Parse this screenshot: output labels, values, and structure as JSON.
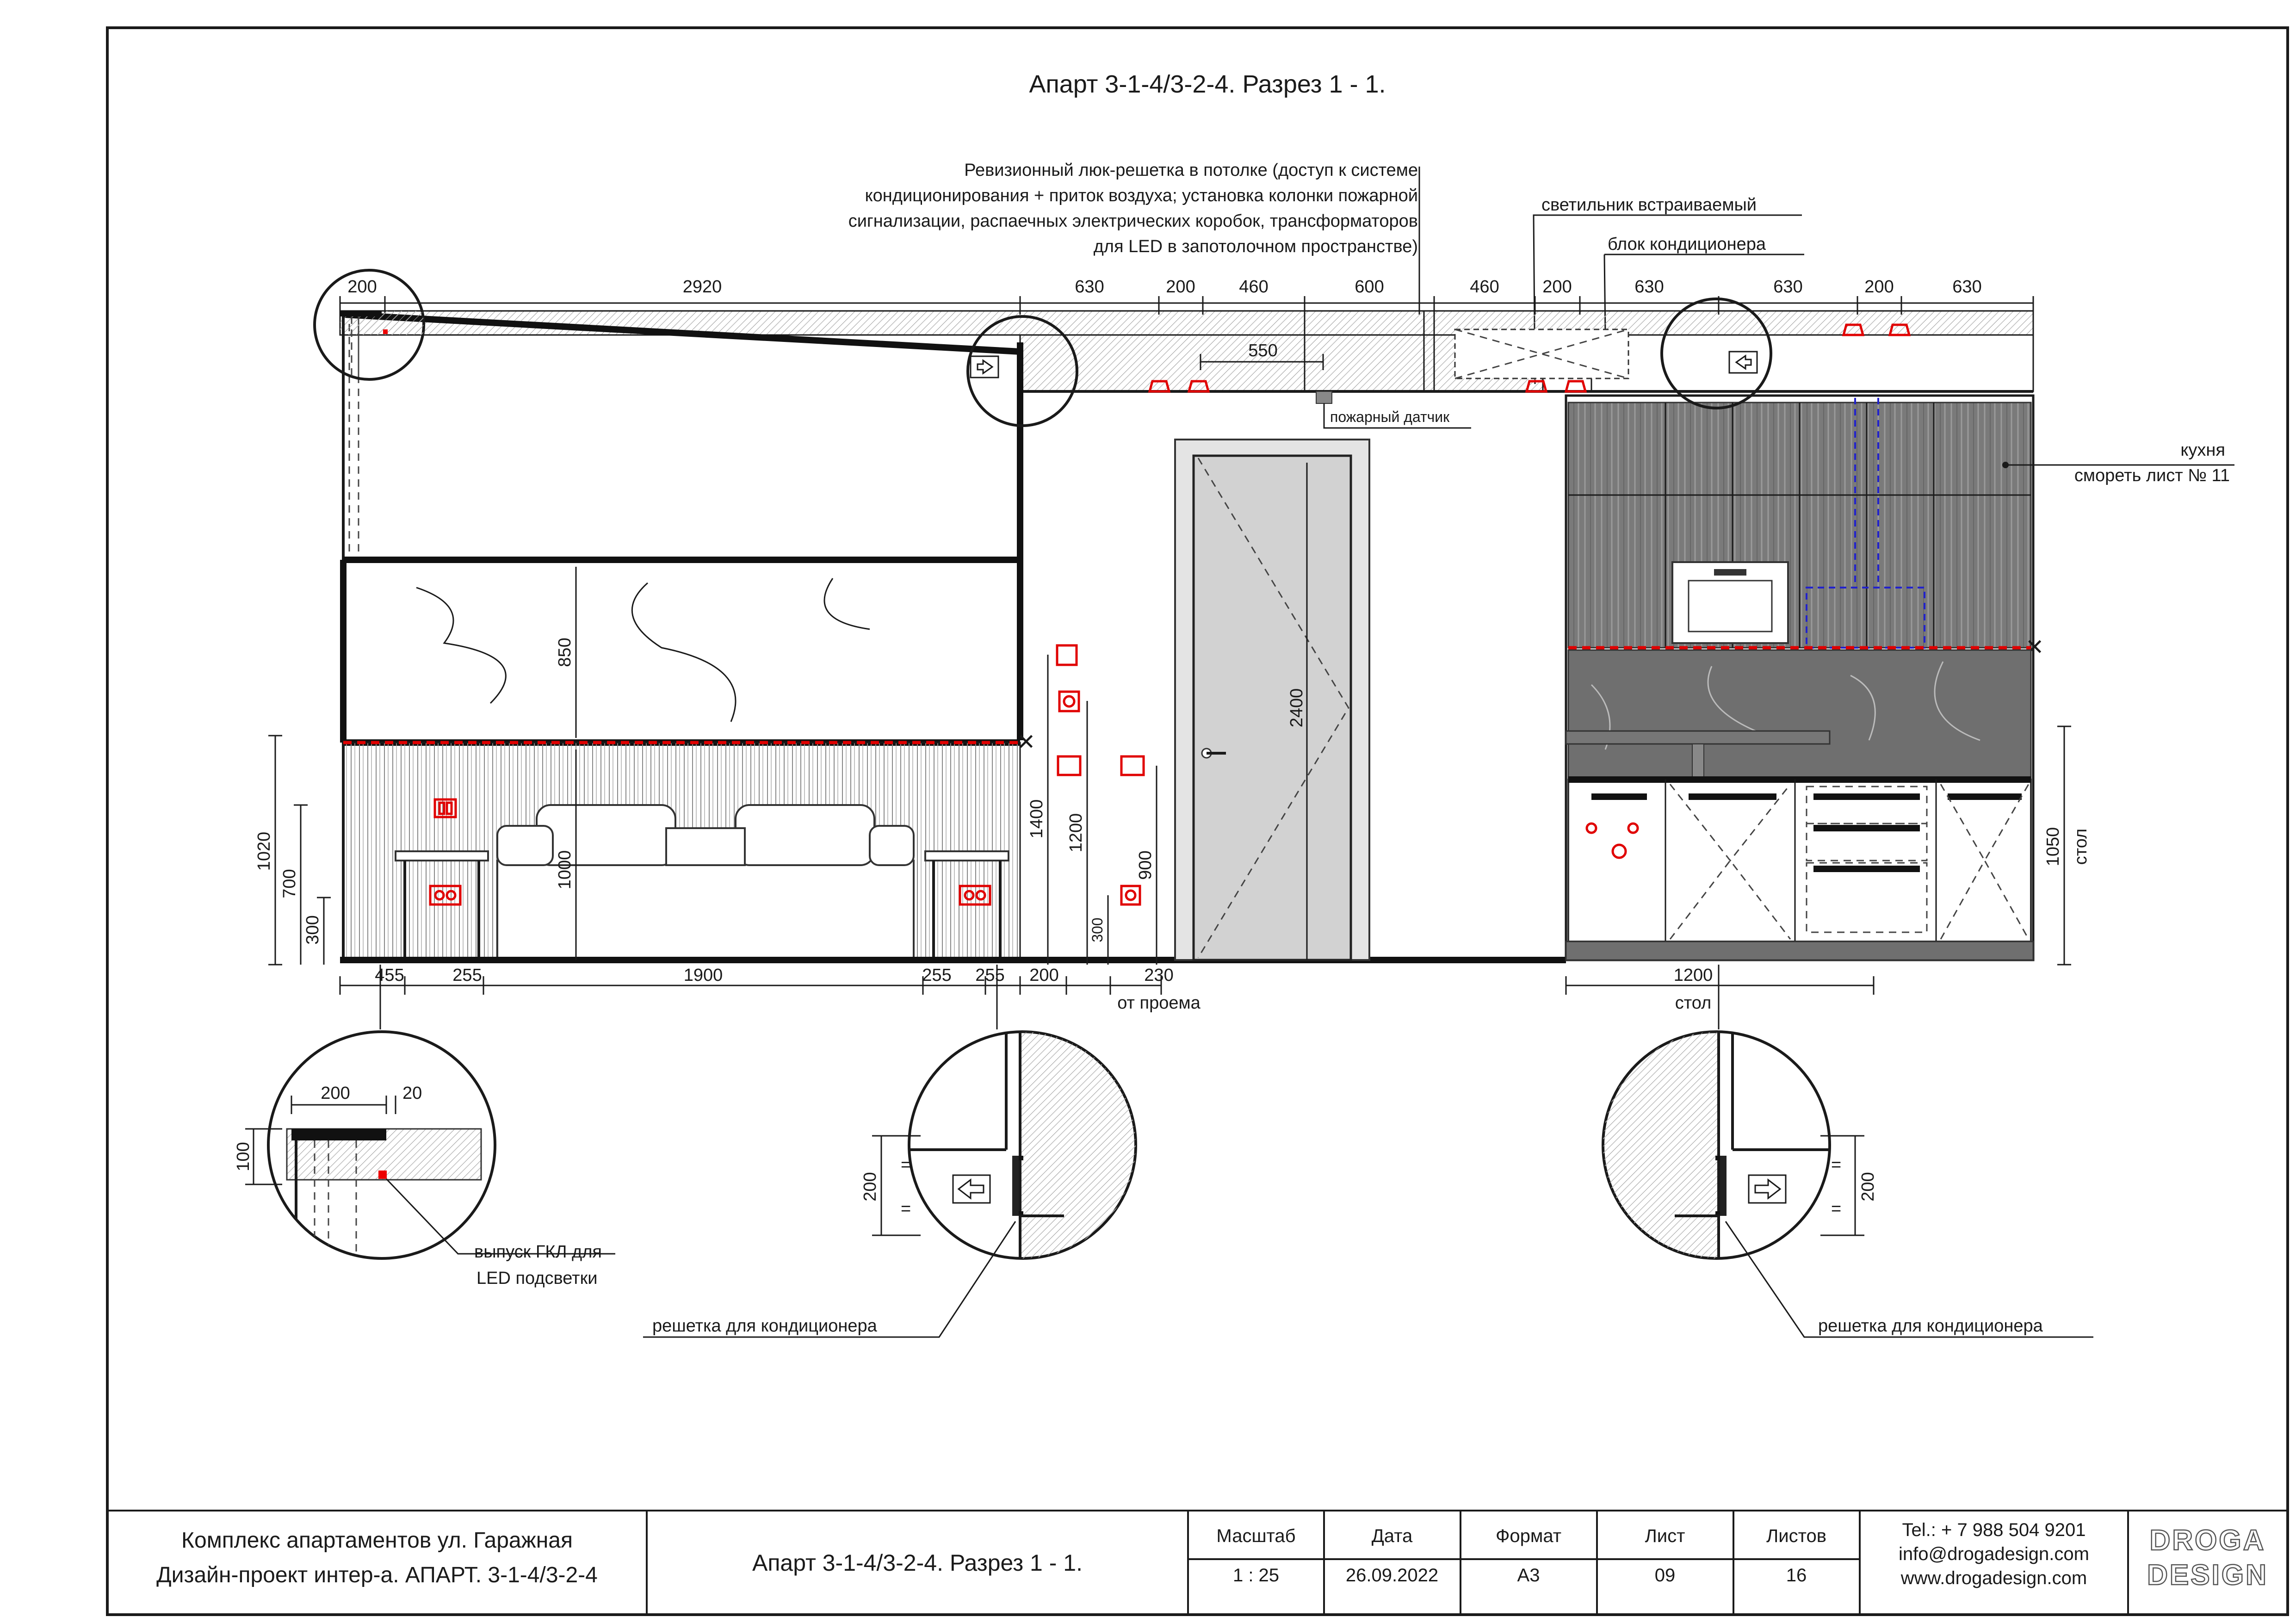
{
  "drawing": {
    "title": "Апарт 3-1-4/3-2-4. Разрез 1 - 1.",
    "notes": {
      "revision_hatch": [
        "Ревизионный люк-решетка в потолке (доступ к системе",
        "кондиционирования + приток воздуха; установка колонки пожарной",
        "сигнализации, распаечных электрических коробок, трансформаторов",
        "для LED в запотолочном пространстве)"
      ],
      "recessed_light": "светильник встраиваемый",
      "ac_unit": "блок кондиционера",
      "fire_sensor": "пожарный датчик",
      "kitchen": [
        "кухня",
        "смореть лист № 11"
      ],
      "gkl_release": [
        "выпуск ГКЛ для",
        "LED подсветки"
      ],
      "ac_grille_left": "решетка для кондиционера",
      "ac_grille_right": "решетка для кондиционера",
      "from_opening": "от проема",
      "table_bottom": "стол",
      "table_side": "стол"
    },
    "dims_top": [
      "200",
      "2920",
      "630",
      "200",
      "460",
      "600",
      "460",
      "200",
      "630",
      "630",
      "200",
      "630"
    ],
    "dim_550": "550",
    "dims_bottom": [
      "455",
      "255",
      "1900",
      "255",
      "255",
      "200",
      "230"
    ],
    "dim_1200": "1200",
    "vertical_dims": {
      "h850": "850",
      "h1000": "1000",
      "h1020": "1020",
      "h700": "700",
      "h300": "300",
      "h1400": "1400",
      "h1200": "1200",
      "h900": "900",
      "h300b": "300",
      "h2400": "2400",
      "h1050": "1050"
    },
    "detail_left": {
      "w200": "200",
      "w20": "20",
      "h100": "100"
    },
    "detail_mid": {
      "h200": "200",
      "eq1": "=",
      "eq2": "="
    },
    "detail_right": {
      "h200": "200",
      "eq1": "=",
      "eq2": "="
    }
  },
  "title_block": {
    "project_line1": "Комплекс апартаментов ул. Гаражная",
    "project_line2": "Дизайн-проект интер-а.  АПАРТ. 3-1-4/3-2-4",
    "sheet_title": "Апарт 3-1-4/3-2-4. Разрез 1 - 1.",
    "scale_label": "Масштаб",
    "scale_value": "1 : 25",
    "date_label": "Дата",
    "date_value": "26.09.2022",
    "format_label": "Формат",
    "format_value": "А3",
    "sheet_label": "Лист",
    "sheet_value": "09",
    "sheets_label": "Листов",
    "sheets_value": "16",
    "tel": "Tel.: + 7 988 504 9201",
    "email": "info@drogadesign.com",
    "web": "www.drogadesign.com",
    "logo_line1": "DROGA",
    "logo_line2": "DESIGN"
  }
}
